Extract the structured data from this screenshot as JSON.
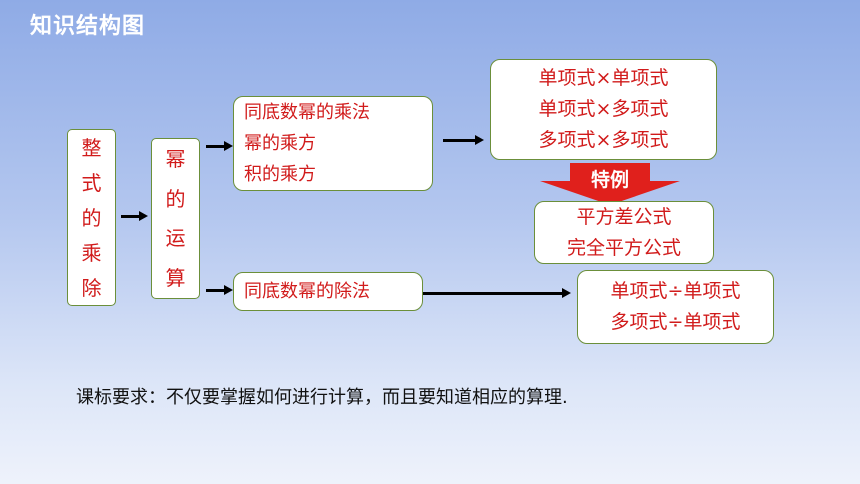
{
  "header": {
    "title": "知识结构图"
  },
  "root": {
    "chars": [
      "整",
      "式",
      "的",
      "乘",
      "除"
    ]
  },
  "power_ops": {
    "chars": [
      "幂",
      "的",
      "运",
      "算"
    ]
  },
  "mult_group": {
    "lines": [
      "同底数幂的乘法",
      "幂的乘方",
      "积的乘方"
    ]
  },
  "products": {
    "lines": [
      "单项式×单项式",
      "单项式×多项式",
      "多项式×多项式"
    ]
  },
  "special": {
    "label": "特例"
  },
  "formulas": {
    "lines": [
      "平方差公式",
      "完全平方公式"
    ]
  },
  "division": {
    "label": "同底数幂的除法"
  },
  "quotients": {
    "lines": [
      "单项式÷单项式",
      "多项式÷单项式"
    ]
  },
  "requirement": {
    "text": "课标要求：不仅要掌握如何进行计算，而且要知道相应的算理."
  },
  "colors": {
    "box_text": "#d11b1b",
    "special_arrow": "#e0201c",
    "box_border": "#6b8f3a"
  }
}
